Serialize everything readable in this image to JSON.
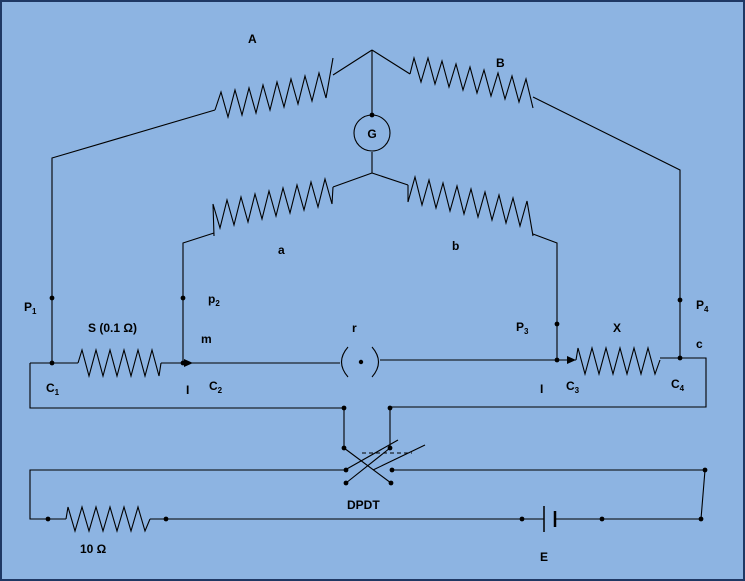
{
  "labels": {
    "A": "A",
    "B": "B",
    "G": "G",
    "a": "a",
    "b": "b",
    "P1": "P",
    "P1_sub": "1",
    "P2": "p",
    "P2_sub": "2",
    "P3": "P",
    "P3_sub": "3",
    "P4": "P",
    "P4_sub": "4",
    "S": "S (0.1 Ω)",
    "m": "m",
    "r": "r",
    "X": "X",
    "c": "c",
    "C1": "C",
    "C1_sub": "1",
    "C2": "C",
    "C2_sub": "2",
    "C3": "C",
    "C3_sub": "3",
    "C4": "C",
    "C4_sub": "4",
    "I_left": "I",
    "I_right": "I",
    "DPDT": "DPDT",
    "R10": "10 Ω",
    "E": "E"
  },
  "colors": {
    "background": "#8db4e2",
    "wire": "#000000",
    "border": "#1f3864"
  }
}
